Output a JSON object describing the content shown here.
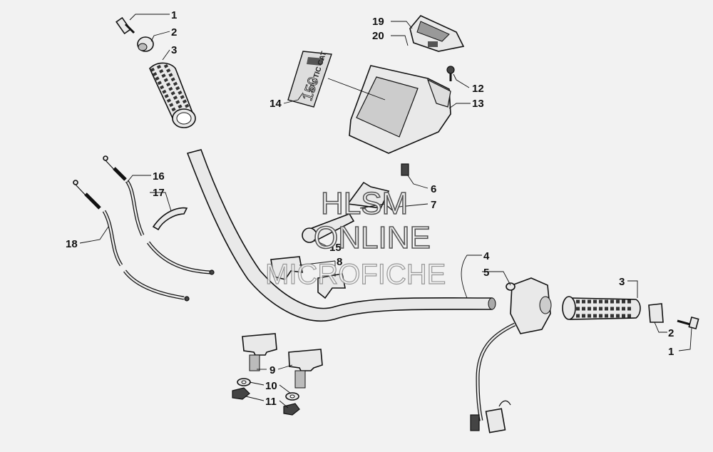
{
  "diagram": {
    "watermark": {
      "line1": "HLSM",
      "line2": "ONLINE",
      "line3": "MICROFICHE"
    },
    "decal_text": {
      "brand": "ARCTIC CAT",
      "model": "150"
    },
    "callouts": [
      {
        "id": "c1a",
        "text": "1"
      },
      {
        "id": "c2a",
        "text": "2"
      },
      {
        "id": "c3a",
        "text": "3"
      },
      {
        "id": "c19",
        "text": "19"
      },
      {
        "id": "c20",
        "text": "20"
      },
      {
        "id": "c12",
        "text": "12"
      },
      {
        "id": "c13",
        "text": "13"
      },
      {
        "id": "c14",
        "text": "14"
      },
      {
        "id": "c16",
        "text": "16"
      },
      {
        "id": "c17",
        "text": "17"
      },
      {
        "id": "c18",
        "text": "18"
      },
      {
        "id": "c6",
        "text": "6"
      },
      {
        "id": "c7",
        "text": "7"
      },
      {
        "id": "c15",
        "text": "15"
      },
      {
        "id": "c8",
        "text": "8"
      },
      {
        "id": "c4",
        "text": "4"
      },
      {
        "id": "c5",
        "text": "5"
      },
      {
        "id": "c3b",
        "text": "3"
      },
      {
        "id": "c2b",
        "text": "2"
      },
      {
        "id": "c1b",
        "text": "1"
      },
      {
        "id": "c9",
        "text": "9"
      },
      {
        "id": "c10",
        "text": "10"
      },
      {
        "id": "c11",
        "text": "11"
      }
    ]
  }
}
